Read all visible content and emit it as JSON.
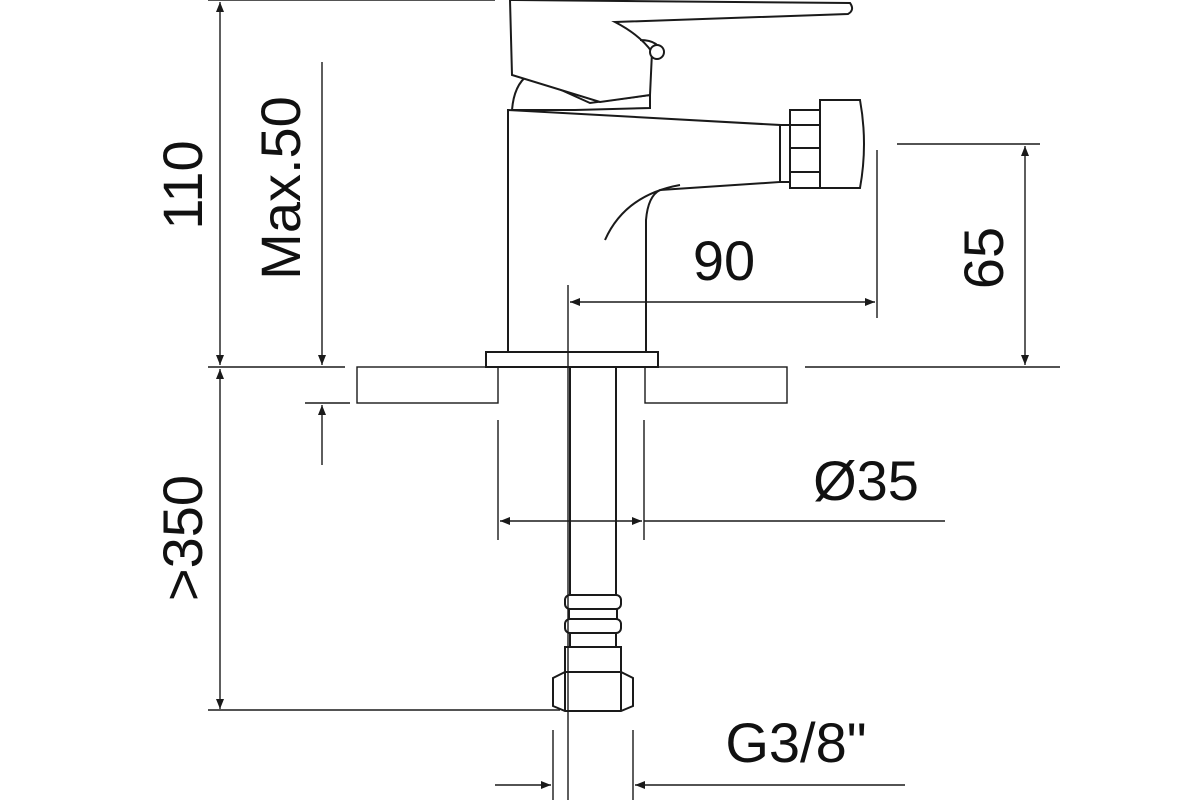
{
  "drawing": {
    "type": "technical-drawing",
    "subject": "bidet faucet with single lever, side view",
    "dimensions": {
      "height_total": "110",
      "max_deck_thickness": "Max.50",
      "hose_length": ">350",
      "spout_reach": "90",
      "spout_height": "65",
      "mount_hole_diameter": "Ø35",
      "connection_thread": "G3/8\""
    },
    "colors": {
      "line": "#1a1a1a",
      "hatch": "#555555",
      "background": "#ffffff"
    }
  }
}
